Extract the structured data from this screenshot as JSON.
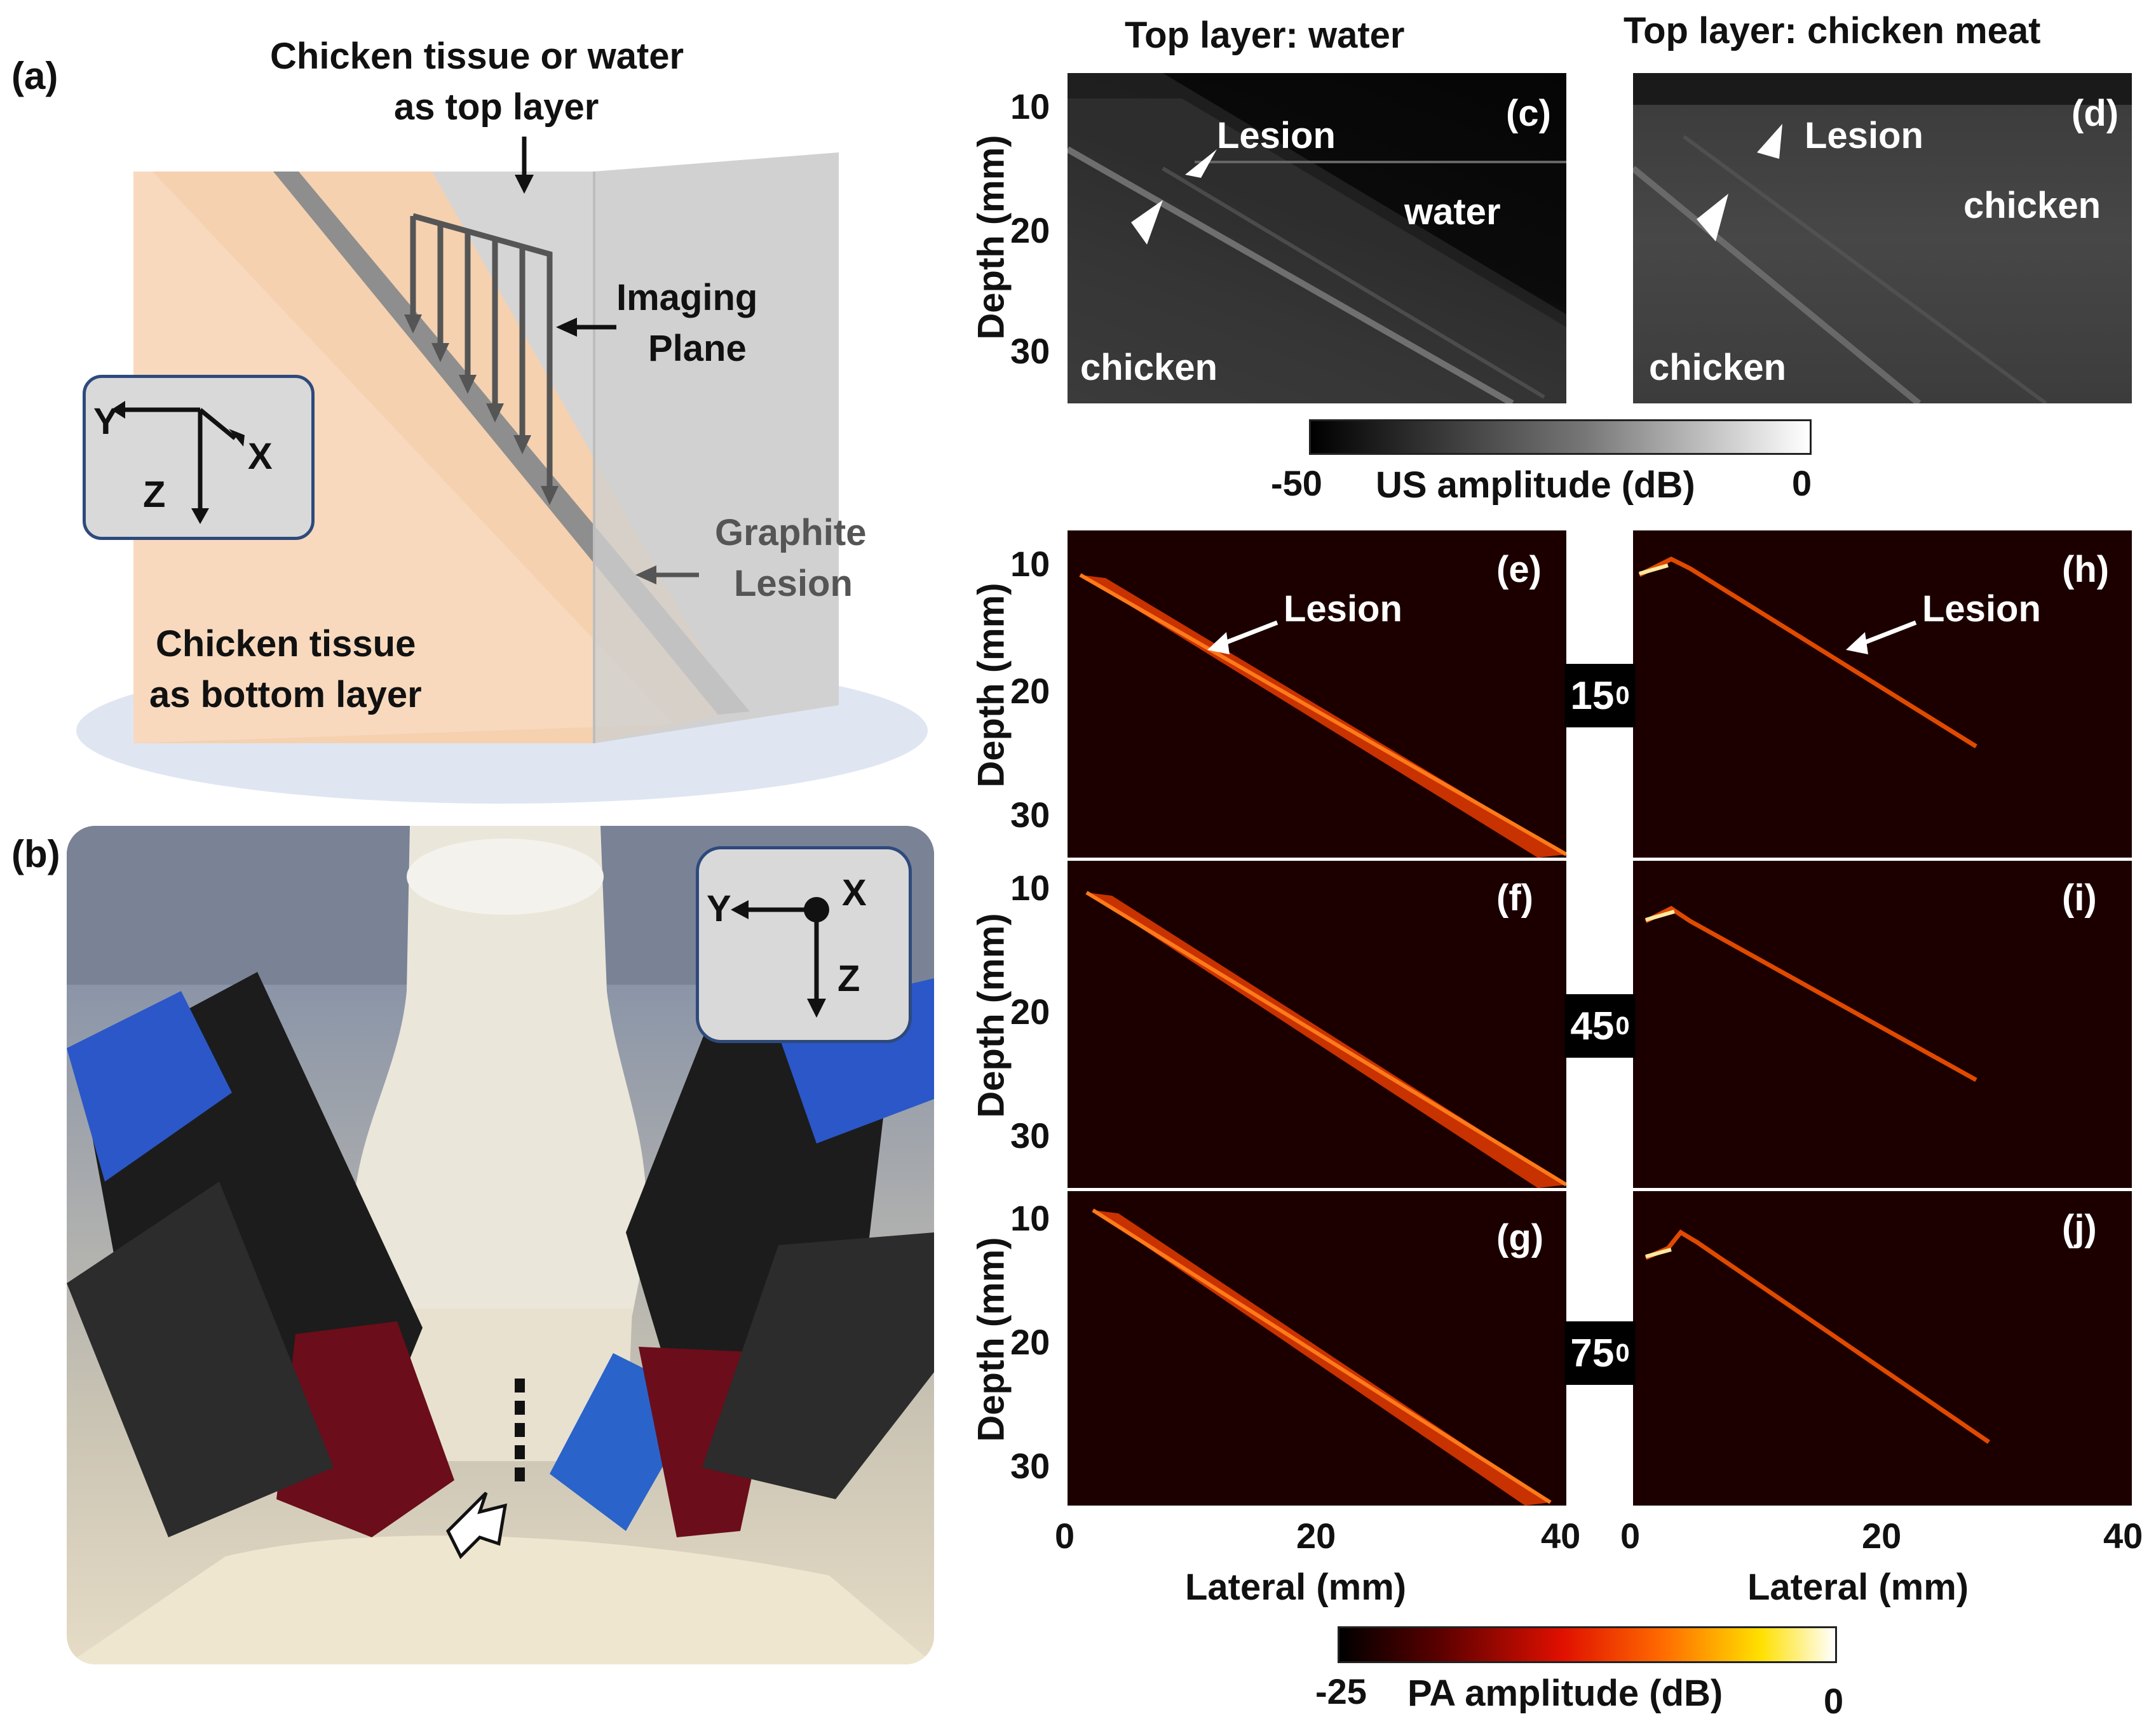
{
  "panel_labels": {
    "a": "(a)",
    "b": "(b)",
    "c": "(c)",
    "d": "(d)",
    "e": "(e)",
    "f": "(f)",
    "g": "(g)",
    "h": "(h)",
    "i": "(i)",
    "j": "(j)"
  },
  "diagram": {
    "top_layer_label": [
      "Chicken tissue or water",
      "as top layer"
    ],
    "imaging_plane_label": [
      "Imaging",
      "Plane"
    ],
    "graphite_label": [
      "Graphite",
      "Lesion"
    ],
    "bottom_layer_label": [
      "Chicken tissue",
      "as bottom layer"
    ],
    "axes": {
      "y": "Y",
      "x": "X",
      "z": "Z"
    }
  },
  "photo": {
    "axes": {
      "y": "Y",
      "x": "X",
      "z": "Z"
    }
  },
  "us_images": {
    "title_c": "Top layer: water",
    "title_d": "Top layer: chicken meat",
    "c_labels": {
      "lesion": "Lesion",
      "water": "water",
      "chicken": "chicken"
    },
    "d_labels": {
      "lesion": "Lesion",
      "chicken_top": "chicken",
      "chicken_bottom": "chicken"
    },
    "ylabel": "Depth (mm)",
    "yticks": [
      "10",
      "20",
      "30"
    ],
    "colorbar": {
      "min": "-50",
      "label": "US amplitude (dB)",
      "max": "0"
    }
  },
  "pa_images": {
    "ylabel": "Depth (mm)",
    "yticks": [
      "10",
      "20",
      "30"
    ],
    "xticks": [
      "0",
      "20",
      "40"
    ],
    "xlabel": "Lateral (mm)",
    "lesion_label": "Lesion",
    "angles": [
      {
        "value": "15",
        "unit": "0"
      },
      {
        "value": "45",
        "unit": "0"
      },
      {
        "value": "75",
        "unit": "0"
      }
    ],
    "colorbar": {
      "min": "-25",
      "label": "PA amplitude (dB)",
      "max": "0"
    }
  },
  "colors": {
    "tissue": "#f5d1b0",
    "graphite": "#8a8a8a",
    "inset_bg": "#d9d9d9",
    "inset_border": "#2e4a7c",
    "dish": "#dfe6f2"
  }
}
